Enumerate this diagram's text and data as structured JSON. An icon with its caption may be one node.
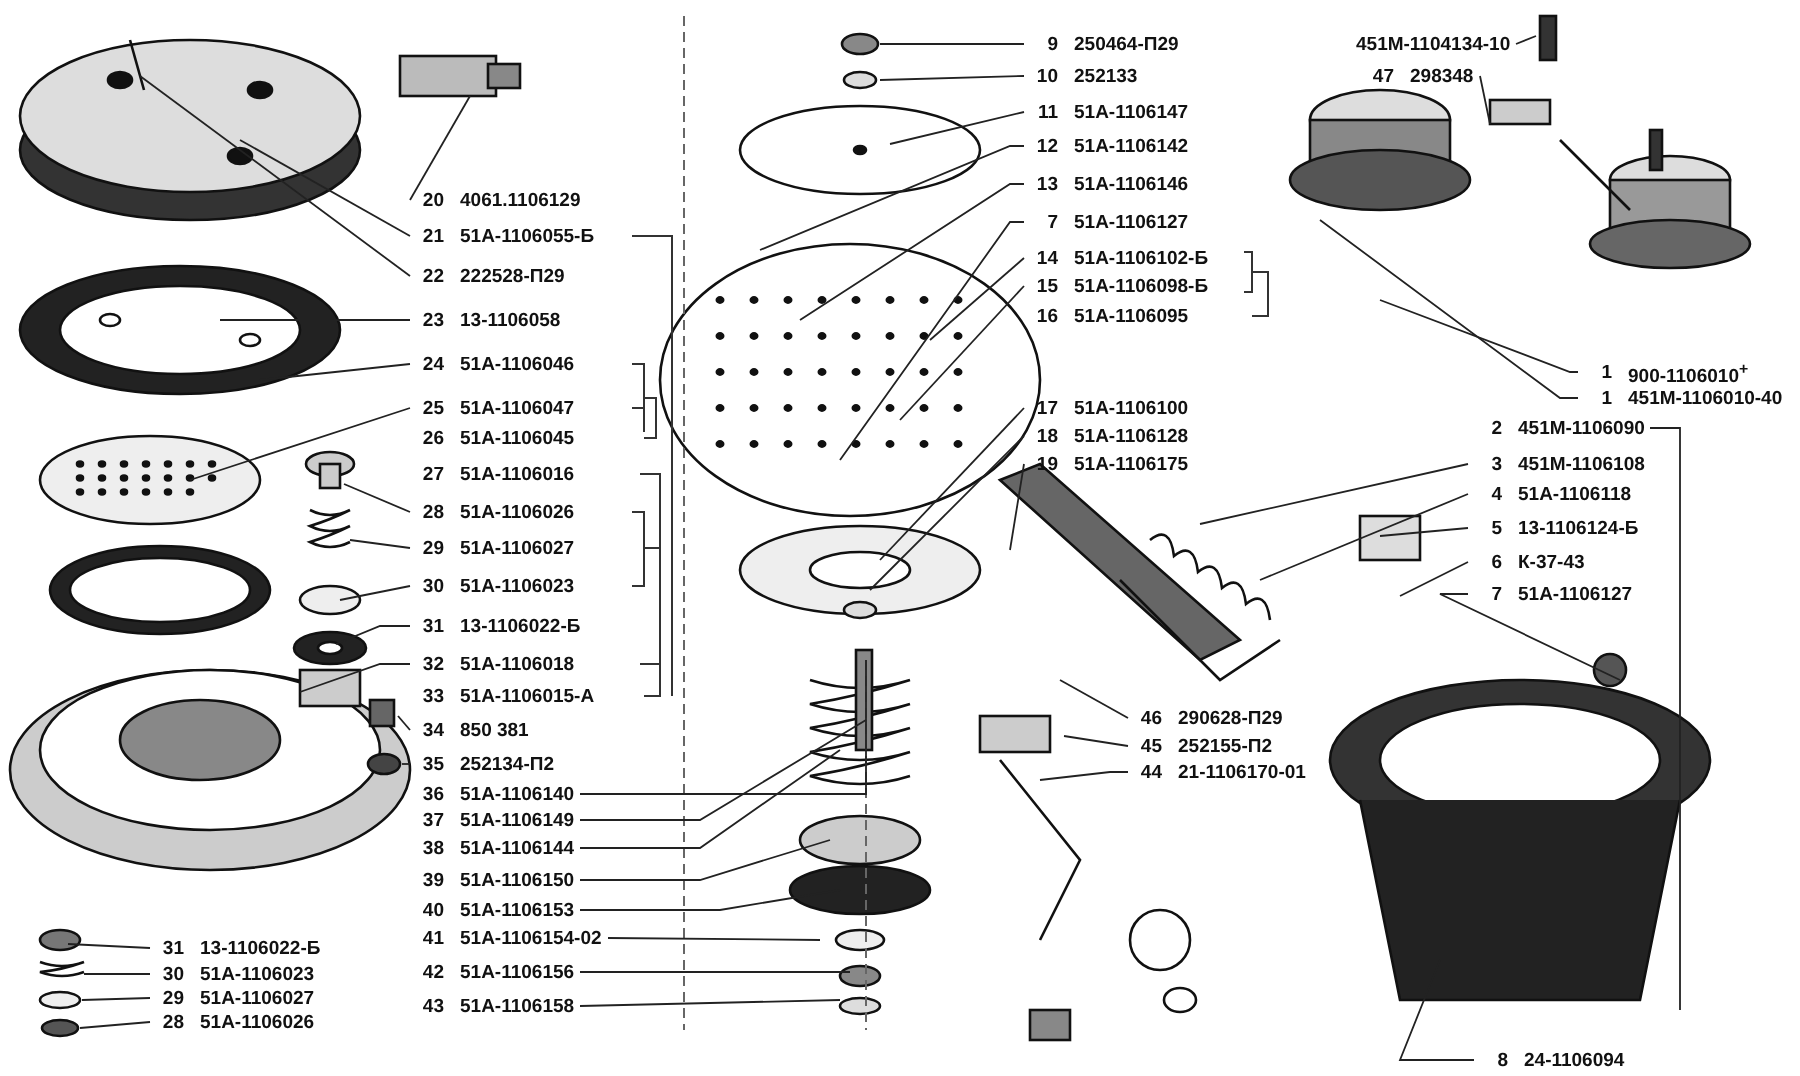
{
  "diagram": {
    "nodes": [
      {
        "text": [
          "20",
          "4061.1106129"
        ]
      },
      {
        "text": [
          "21",
          "51А-1106055-Б"
        ]
      },
      {
        "text": [
          "22",
          "222528-П29"
        ]
      },
      {
        "text": [
          "23",
          "13-1106058"
        ]
      },
      {
        "text": [
          "24",
          "51А-1106046"
        ]
      },
      {
        "text": [
          "25",
          "51А-1106047"
        ]
      },
      {
        "text": [
          "26",
          "51А-1106045"
        ]
      },
      {
        "text": [
          "27",
          "51А-1106016"
        ]
      },
      {
        "text": [
          "28",
          "51А-1106026"
        ]
      },
      {
        "text": [
          "29",
          "51А-1106027"
        ]
      },
      {
        "text": [
          "30",
          "51А-1106023"
        ]
      },
      {
        "text": [
          "31",
          "13-1106022-Б"
        ]
      },
      {
        "text": [
          "32",
          "51А-1106018"
        ]
      },
      {
        "text": [
          "33",
          "51А-1106015-А"
        ]
      },
      {
        "text": [
          "34",
          "850 381"
        ]
      },
      {
        "text": [
          "35",
          "252134-П2"
        ]
      },
      {
        "text": [
          "36",
          "51А-1106140"
        ]
      },
      {
        "text": [
          "37",
          "51А-1106149"
        ]
      },
      {
        "text": [
          "38",
          "51А-1106144"
        ]
      },
      {
        "text": [
          "39",
          "51А-1106150"
        ]
      },
      {
        "text": [
          "40",
          "51А-1106153"
        ]
      },
      {
        "text": [
          "41",
          "51А-1106154-02"
        ]
      },
      {
        "text": [
          "42",
          "51А-1106156"
        ]
      },
      {
        "text": [
          "43",
          "51А-1106158"
        ]
      },
      {
        "text": [
          "31",
          "13-1106022-Б"
        ]
      },
      {
        "text": [
          "30",
          "51А-1106023"
        ]
      },
      {
        "text": [
          "29",
          "51А-1106027"
        ]
      },
      {
        "text": [
          "28",
          "51А-1106026"
        ]
      },
      {
        "text": [
          "9",
          "250464-П29"
        ]
      },
      {
        "text": [
          "10",
          "252133"
        ]
      },
      {
        "text": [
          "11",
          "51А-1106147"
        ]
      },
      {
        "text": [
          "12",
          "51А-1106142"
        ]
      },
      {
        "text": [
          "13",
          "51А-1106146"
        ]
      },
      {
        "text": [
          "7",
          "51А-1106127"
        ]
      },
      {
        "text": [
          "14",
          "51А-1106102-Б"
        ]
      },
      {
        "text": [
          "15",
          "51А-1106098-Б"
        ]
      },
      {
        "text": [
          "16",
          "51А-1106095"
        ]
      },
      {
        "text": [
          "17",
          "51А-1106100"
        ]
      },
      {
        "text": [
          "18",
          "51А-1106128"
        ]
      },
      {
        "text": [
          "19",
          "51А-1106175"
        ]
      },
      {
        "text": [
          "451М-1104134-10"
        ]
      },
      {
        "text": [
          "47",
          "298348"
        ]
      },
      {
        "text": [
          "1",
          "900-1106010$^{+}$"
        ]
      },
      {
        "text": [
          "1",
          "451М-1106010-40"
        ]
      },
      {
        "text": [
          "2",
          "451М-1106090"
        ]
      },
      {
        "text": [
          "3",
          "451М-1106108"
        ]
      },
      {
        "text": [
          "4",
          "51А-1106118"
        ]
      },
      {
        "text": [
          "5",
          "13-1106124-Б"
        ]
      },
      {
        "text": [
          "6",
          "К-37-43"
        ]
      },
      {
        "text": [
          "7",
          "51А-1106127"
        ]
      },
      {
        "text": [
          "46",
          "290628-П29"
        ]
      },
      {
        "text": [
          "45",
          "252155-П2"
        ]
      },
      {
        "text": [
          "44",
          "21-1106170-01"
        ]
      },
      {
        "text": [
          "8",
          "24-1106094"
        ]
      }
    ],
    "edges": [
      {
        "from": 0,
        "to": null,
        "arrow": "none"
      },
      {
        "from": 1,
        "to": null,
        "arrow": "none"
      },
      {
        "from": 2,
        "to": null,
        "arrow": "none"
      },
      {
        "from": 3,
        "to": null,
        "arrow": "none"
      },
      {
        "from": 4,
        "to": null,
        "arrow": "none"
      },
      {
        "from": 5,
        "to": null,
        "arrow": "none"
      },
      {
        "from": 8,
        "to": null,
        "arrow": "none"
      },
      {
        "from": 9,
        "to": null,
        "arrow": "none"
      },
      {
        "from": 10,
        "to": null,
        "arrow": "none"
      },
      {
        "from": 11,
        "to": null,
        "arrow": "none"
      },
      {
        "from": 12,
        "to": null,
        "arrow": "none"
      },
      {
        "from": 14,
        "to": null,
        "arrow": "none"
      },
      {
        "from": 15,
        "to": null,
        "arrow": "none"
      },
      {
        "from": 16,
        "to": null,
        "arrow": "none"
      },
      {
        "from": 17,
        "to": null,
        "arrow": "none"
      },
      {
        "from": 18,
        "to": null,
        "arrow": "none"
      },
      {
        "from": 19,
        "to": null,
        "arrow": "none"
      },
      {
        "from": 20,
        "to": null,
        "arrow": "none"
      },
      {
        "from": 21,
        "to": null,
        "arrow": "none"
      },
      {
        "from": 22,
        "to": null,
        "arrow": "none"
      },
      {
        "from": 23,
        "to": null,
        "arrow": "none"
      },
      {
        "from": 24,
        "to": null,
        "arrow": "none"
      },
      {
        "from": 25,
        "to": null,
        "arrow": "none"
      },
      {
        "from": 26,
        "to": null,
        "arrow": "none"
      },
      {
        "from": 27,
        "to": null,
        "arrow": "none"
      },
      {
        "from": 28,
        "to": null,
        "arrow": "none"
      },
      {
        "from": 29,
        "to": null,
        "arrow": "none"
      },
      {
        "from": 30,
        "to": null,
        "arrow": "none"
      },
      {
        "from": 31,
        "to": null,
        "arrow": "none"
      },
      {
        "from": 32,
        "to": null,
        "arrow": "none"
      },
      {
        "from": 33,
        "to": null,
        "arrow": "none"
      },
      {
        "from": 34,
        "to": null,
        "arrow": "none"
      },
      {
        "from": 35,
        "to": null,
        "arrow": "none"
      },
      {
        "from": 37,
        "to": null,
        "arrow": "none"
      },
      {
        "from": 38,
        "to": null,
        "arrow": "none"
      },
      {
        "from": 39,
        "to": null,
        "arrow": "none"
      },
      {
        "from": 40,
        "to": null,
        "arrow": "none"
      },
      {
        "from": 41,
        "to": null,
        "arrow": "none"
      },
      {
        "from": 42,
        "to": null,
        "arrow": "none"
      },
      {
        "from": 43,
        "to": null,
        "arrow": "none"
      },
      {
        "from": 44,
        "to": null,
        "arrow": "none"
      },
      {
        "from": 45,
        "to": null,
        "arrow": "none"
      },
      {
        "from": 46,
        "to": null,
        "arrow": "none"
      },
      {
        "from": 47,
        "to": null,
        "arrow": "none"
      },
      {
        "from": 48,
        "to": null,
        "arrow": "none"
      },
      {
        "from": 49,
        "to": null,
        "arrow": "none"
      },
      {
        "from": 50,
        "to": null,
        "arrow": "none"
      },
      {
        "from": 51,
        "to": null,
        "arrow": "none"
      },
      {
        "from": 52,
        "to": null,
        "arrow": "none"
      },
      {
        "from": 53,
        "to": null,
        "arrow": "none"
      }
    ]
  }
}
